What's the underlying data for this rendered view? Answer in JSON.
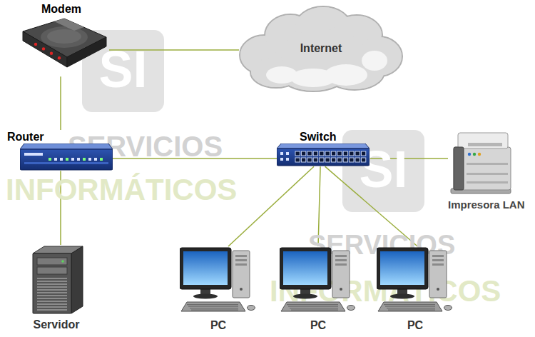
{
  "diagram": {
    "nodes": [
      {
        "text": [
          "Modem"
        ]
      },
      {
        "text": [
          "Internet"
        ]
      },
      {
        "text": [
          "Router"
        ]
      },
      {
        "text": [
          "Switch"
        ]
      },
      {
        "text": [
          "Impresora LAN"
        ]
      },
      {
        "text": [
          "Servidor"
        ]
      },
      {
        "text": [
          "PC"
        ]
      },
      {
        "text": [
          "PC"
        ]
      },
      {
        "text": [
          "PC"
        ]
      }
    ],
    "edges": [
      {
        "from": 0,
        "to": 1,
        "arrow": "none"
      },
      {
        "from": 0,
        "to": 2,
        "arrow": "none"
      },
      {
        "from": 2,
        "to": 3,
        "arrow": "none"
      },
      {
        "from": 3,
        "to": 4,
        "arrow": "none"
      },
      {
        "from": 2,
        "to": 5,
        "arrow": "none"
      },
      {
        "from": 3,
        "to": 6,
        "arrow": "none"
      },
      {
        "from": 3,
        "to": 7,
        "arrow": "none"
      },
      {
        "from": 3,
        "to": 8,
        "arrow": "none"
      }
    ],
    "labels": [
      "SI",
      "SERVICIOS",
      "INFORMÁTICOS",
      "SI",
      "SERVICIOS",
      "INFORMÁTICOS"
    ]
  }
}
